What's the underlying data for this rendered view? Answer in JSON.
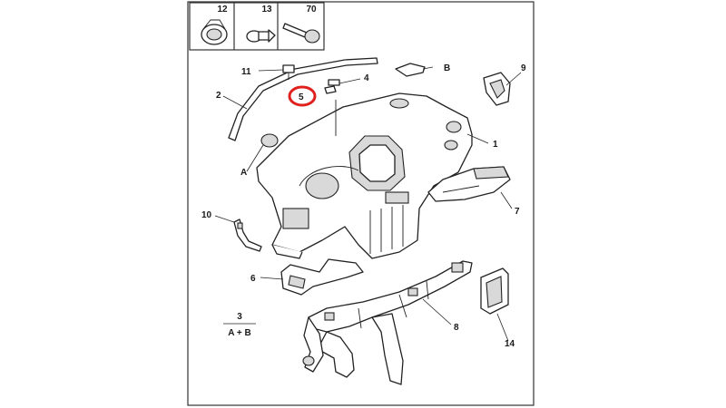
{
  "fastener_box": {
    "refs": [
      "12",
      "13",
      "70"
    ]
  },
  "callouts": {
    "c1": "1",
    "c2": "2",
    "c4": "4",
    "c5": "5",
    "c6": "6",
    "c7": "7",
    "c8": "8",
    "c9": "9",
    "c10": "10",
    "c11": "11",
    "c14": "14",
    "cA": "A",
    "cB": "B"
  },
  "legend": {
    "numerator": "3",
    "denominator": "A + B"
  },
  "highlight": {
    "target": "5",
    "color": "#e0201c"
  }
}
